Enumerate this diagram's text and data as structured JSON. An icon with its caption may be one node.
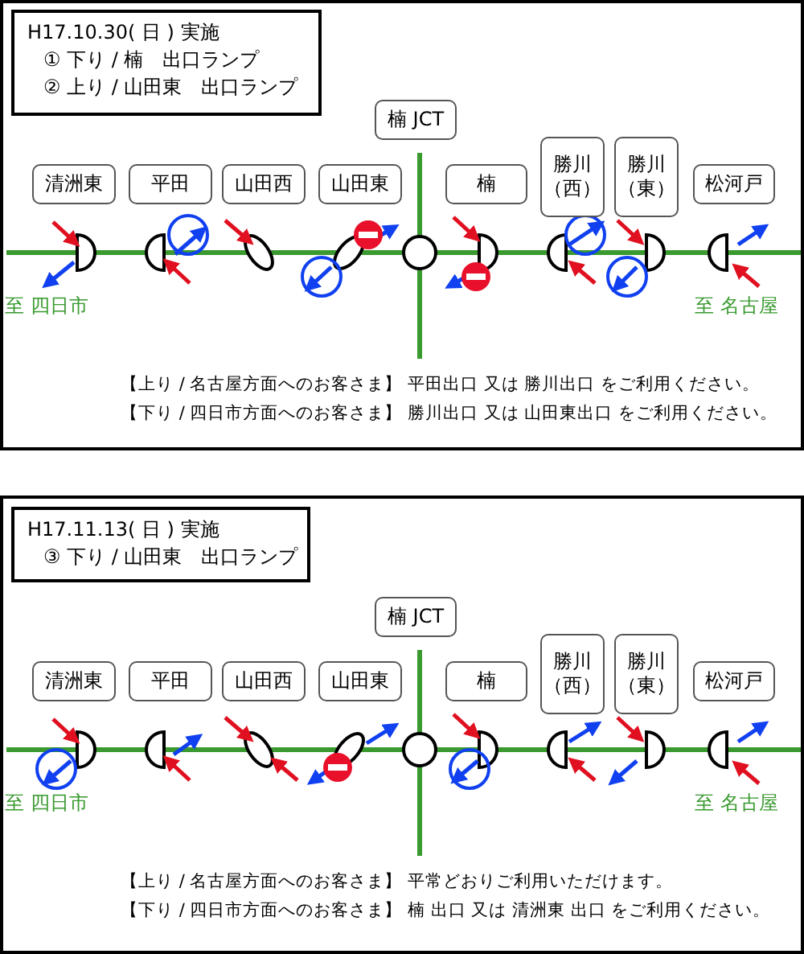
{
  "diagram": {
    "nodes": [
      {
        "text": [
          "H17.10.30( 日 ) 実施",
          "① 下り / 楠　出口ランプ",
          "② 上り / 山田東　出口ランプ"
        ]
      },
      {
        "text": [
          "清洲東"
        ]
      },
      {
        "text": [
          "平田"
        ]
      },
      {
        "text": [
          "山田西"
        ]
      },
      {
        "text": [
          "山田東"
        ]
      },
      {
        "text": [
          "楠 JCT"
        ]
      },
      {
        "text": [
          "楠"
        ]
      },
      {
        "text": [
          "勝川（西）"
        ]
      },
      {
        "text": [
          "勝川（東）"
        ]
      },
      {
        "text": [
          "松河戸"
        ]
      },
      {
        "text": [
          "H17.11.13( 日 ) 実施",
          "③ 下り / 山田東　出口ランプ"
        ]
      },
      {
        "text": [
          "清洲東"
        ]
      },
      {
        "text": [
          "平田"
        ]
      },
      {
        "text": [
          "山田西"
        ]
      },
      {
        "text": [
          "山田東"
        ]
      },
      {
        "text": [
          "楠 JCT"
        ]
      },
      {
        "text": [
          "楠"
        ]
      },
      {
        "text": [
          "勝川（西）"
        ]
      },
      {
        "text": [
          "勝川（東）"
        ]
      },
      {
        "text": [
          "松河戸"
        ]
      }
    ],
    "labels": [
      "至 四日市",
      "至 名古屋",
      "【上り / 名古屋方面へのお客さま】 平田出口 又は 勝川出口 をご利用ください。",
      "【下り / 四日市方面へのお客さま】 勝川出口 又は 山田東出口 をご利用ください。",
      "至 四日市",
      "至 名古屋",
      "【上り / 名古屋方面へのお客さま】 平常どおりご利用いただけます。",
      "【下り / 四日市方面へのお客さま】 楠 出口 又は 清洲東 出口 をご利用ください。"
    ]
  }
}
